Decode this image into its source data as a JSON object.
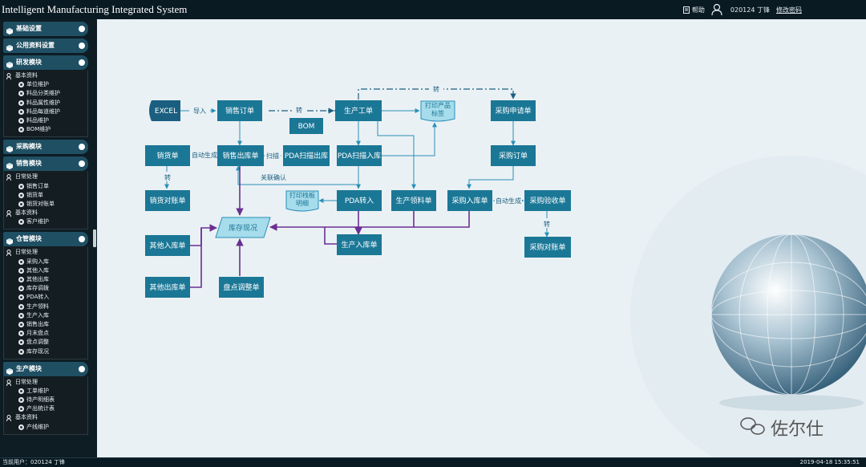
{
  "app": {
    "title": "Intelligent Manufacturing Integrated System"
  },
  "header": {
    "help_label": "帮助",
    "user_label": "020124  丁锋",
    "change_password_label": "修改密码"
  },
  "sidebar": {
    "sections": [
      {
        "title": "基础设置",
        "groups": []
      },
      {
        "title": "公用资料设置",
        "groups": []
      },
      {
        "title": "研发模块",
        "groups": [
          {
            "name": "基本资料",
            "items": [
              "单位维护",
              "料品分类维护",
              "料品属性维护",
              "料品每道维护",
              "料品维护",
              "BOM维护"
            ]
          }
        ]
      },
      {
        "title": "采购模块",
        "groups": []
      },
      {
        "title": "销售模块",
        "groups": [
          {
            "name": "日常处理",
            "items": [
              "销售订单",
              "销货单",
              "销货对账单"
            ]
          },
          {
            "name": "基本资料",
            "items": [
              "客户维护"
            ]
          }
        ]
      },
      {
        "title": "仓管模块",
        "groups": [
          {
            "name": "日常处理",
            "items": [
              "采购入库",
              "其他入库",
              "其他出库",
              "库存调拨",
              "PDA转入",
              "生产领料",
              "生产入库",
              "销售出库",
              "月末盘点",
              "盘点调整",
              "库存现况"
            ]
          }
        ]
      },
      {
        "title": "生产模块",
        "groups": [
          {
            "name": "日常处理",
            "items": [
              "工单维护",
              "待产明细表",
              "产出统计表"
            ]
          },
          {
            "name": "基本资料",
            "items": [
              "产线维护"
            ]
          }
        ]
      }
    ]
  },
  "flow": {
    "nodes": {
      "excel": "EXCEL",
      "sales_order": "销售订单",
      "bom": "BOM",
      "work_order": "生产工单",
      "print_label": [
        "打印产品",
        "标签"
      ],
      "purchase_request": "采购申请单",
      "sales_delivery": "销货单",
      "sales_outbound": "销售出库单",
      "pda_scan_outbound": "PDA扫描出库",
      "pda_scan_inbound": "PDA扫描入库",
      "purchase_order": "采购订单",
      "sales_statement": "销货对账单",
      "print_pallet": [
        "打印栈板",
        "明细"
      ],
      "pda_transfer": "PDA转入",
      "production_picking": "生产领料单",
      "purchase_inbound": "采购入库单",
      "purchase_acceptance": "采购验收单",
      "inventory_status": "库存现况",
      "other_inbound": "其他入库单",
      "production_inbound": "生产入库单",
      "purchase_statement": "采购对账单",
      "other_outbound": "其他出库单",
      "stocktake_adjust": "盘点调整单"
    },
    "edges": {
      "import": "导入",
      "transfer": "转",
      "auto_generate": "自动生成",
      "scan": "扫描",
      "link_confirm": "关联确认"
    }
  },
  "watermark": {
    "brand": "佐尔仕"
  },
  "status": {
    "user": "当前用户：020124  丁锋",
    "datetime": "2019-04-18 15:35:51"
  }
}
